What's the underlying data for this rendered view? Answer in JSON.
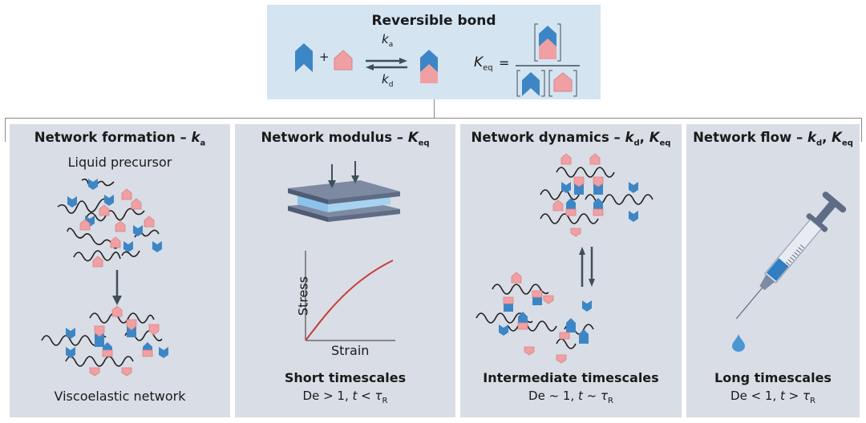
{
  "reversible_bond": {
    "title": "Reversible bond",
    "plus": "+",
    "k_forward": "k",
    "k_forward_sub": "a",
    "k_reverse": "k",
    "k_reverse_sub": "d",
    "keq_symbol": "K",
    "keq_sub": "eq",
    "equals": "="
  },
  "panels": [
    {
      "title": "Network formation – ",
      "rate_symbols": [
        {
          "sym": "k",
          "sub": "a"
        }
      ],
      "top_label": "Liquid precursor",
      "bottom_label": "Viscoelastic network"
    },
    {
      "title": "Network modulus – ",
      "rate_symbols": [
        {
          "sym": "K",
          "sub": "eq"
        }
      ],
      "chart": {
        "ylabel": "Stress",
        "xlabel": "Strain"
      },
      "timescale": "Short timescales",
      "condition": {
        "de": "De > 1, ",
        "t": "t",
        "rel": " < ",
        "tau": "τ",
        "tau_sub": "R"
      }
    },
    {
      "title": "Network dynamics – ",
      "rate_symbols": [
        {
          "sym": "k",
          "sub": "d"
        },
        {
          "sym": "K",
          "sub": "eq"
        }
      ],
      "timescale": "Intermediate timescales",
      "condition": {
        "de": "De ~ 1, ",
        "t": "t",
        "rel": " ~ ",
        "tau": "τ",
        "tau_sub": "R"
      }
    },
    {
      "title": "Network flow – ",
      "rate_symbols": [
        {
          "sym": "k",
          "sub": "d"
        },
        {
          "sym": "K",
          "sub": "eq"
        }
      ],
      "timescale": "Long timescales",
      "condition": {
        "de": "De < 1, ",
        "t": "t",
        "rel": " > ",
        "tau": "τ",
        "tau_sub": "R"
      }
    }
  ],
  "colors": {
    "blue_binder": "#3d86c6",
    "pink_binder": "#f0a0a3",
    "top_box_bg": "#d4e4f1",
    "panel_bg": "#d9dde5",
    "arrow": "#3f4f5a",
    "curve": "#c83c3c"
  }
}
